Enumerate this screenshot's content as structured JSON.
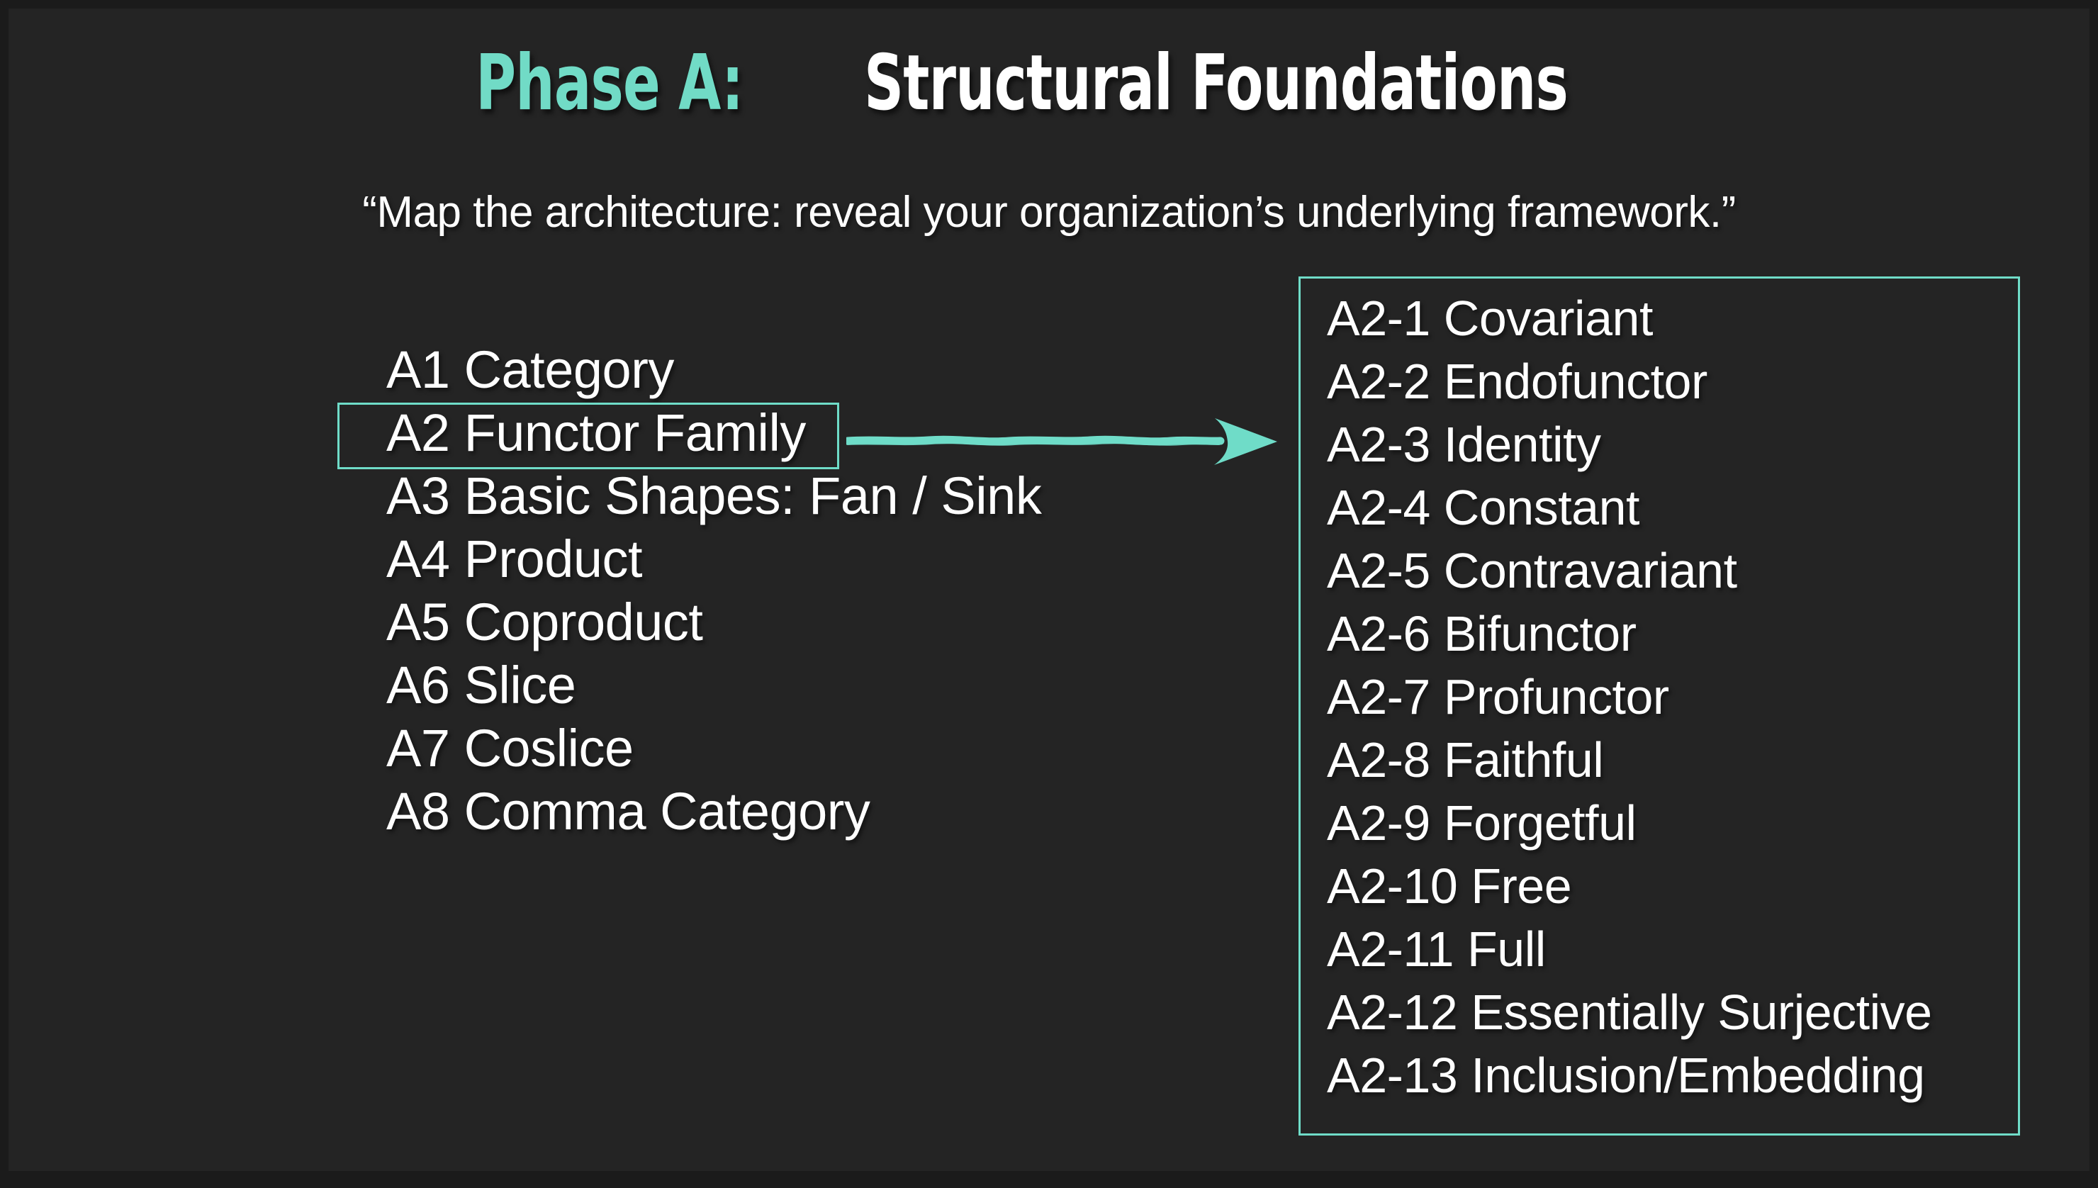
{
  "slide": {
    "background_color": "#242424",
    "outer_color": "#1b1b1b",
    "accent_color": "#71DBC6",
    "text_color": "#FFFFFF"
  },
  "header": {
    "title_accent": "Phase A:",
    "title_main": " Structural Foundations",
    "subtitle": "“Map the architecture: reveal your organization’s underlying framework.”"
  },
  "left_outline": {
    "items": [
      {
        "label": "A1 Category",
        "highlighted": false
      },
      {
        "label": "A2 Functor Family",
        "highlighted": true
      },
      {
        "label": "A3 Basic Shapes: Fan / Sink",
        "highlighted": false
      },
      {
        "label": "A4 Product",
        "highlighted": false
      },
      {
        "label": "A5 Coproduct",
        "highlighted": false
      },
      {
        "label": "A6 Slice",
        "highlighted": false
      },
      {
        "label": "A7 Coslice",
        "highlighted": false
      },
      {
        "label": "A8 Comma Category",
        "highlighted": false
      }
    ]
  },
  "connector": {
    "icon": "arrow-right-icon",
    "color": "#6FDCC8",
    "from": "A2 Functor Family",
    "to": "A2 detail panel"
  },
  "right_panel": {
    "border_color": "#6FDCC8",
    "items": [
      {
        "label": "A2-1 Covariant"
      },
      {
        "label": "A2-2 Endofunctor"
      },
      {
        "label": "A2-3 Identity"
      },
      {
        "label": "A2-4 Constant"
      },
      {
        "label": "A2-5 Contravariant"
      },
      {
        "label": "A2-6 Bifunctor"
      },
      {
        "label": "A2-7 Profunctor"
      },
      {
        "label": "A2-8 Faithful"
      },
      {
        "label": "A2-9 Forgetful"
      },
      {
        "label": "A2-10 Free"
      },
      {
        "label": "A2-11 Full"
      },
      {
        "label": "A2-12 Essentially Surjective"
      },
      {
        "label": "A2-13 Inclusion/Embedding"
      }
    ]
  }
}
